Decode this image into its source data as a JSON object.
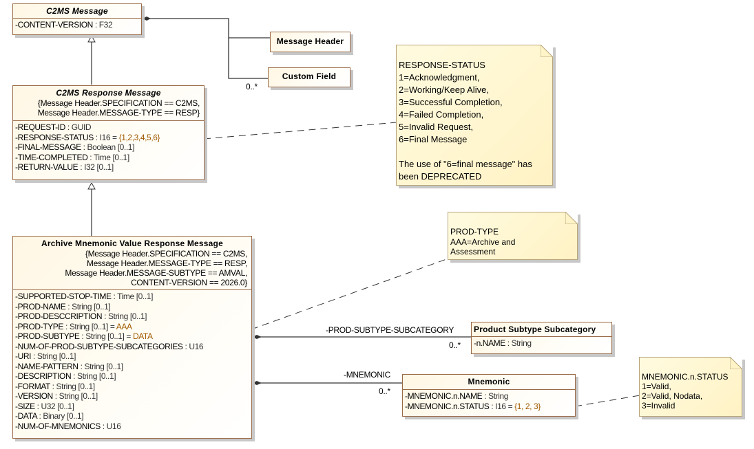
{
  "diagram": {
    "classes": {
      "c2ms_message": {
        "name": "C2MS Message",
        "attributes": [
          {
            "name": "-CONTENT-VERSION",
            "type": " : F32",
            "value": ""
          }
        ]
      },
      "message_header": {
        "name": "Message Header"
      },
      "custom_field": {
        "name": "Custom Field"
      },
      "c2ms_response_message": {
        "name": "C2MS Response Message",
        "constraints": [
          "{Message Header.SPECIFICATION == C2MS,",
          "Message Header.MESSAGE-TYPE == RESP}"
        ],
        "attributes": [
          {
            "name": "-REQUEST-ID",
            "type": " : GUID",
            "value": ""
          },
          {
            "name": "-RESPONSE-STATUS",
            "type": " : I16 = ",
            "value": "{1,2,3,4,5,6}"
          },
          {
            "name": "-FINAL-MESSAGE",
            "type": " : Boolean [0..1]",
            "value": ""
          },
          {
            "name": "-TIME-COMPLETED",
            "type": " : Time [0..1]",
            "value": ""
          },
          {
            "name": "-RETURN-VALUE",
            "type": " : I32 [0..1]",
            "value": ""
          }
        ]
      },
      "archive_mnemonic": {
        "name": "Archive Mnemonic Value Response Message",
        "constraints": [
          "{Message Header.SPECIFICATION == C2MS,",
          "Message Header.MESSAGE-TYPE == RESP,",
          "Message Header.MESSAGE-SUBTYPE == AMVAL,",
          "CONTENT-VERSION == 2026.0}"
        ],
        "attributes": [
          {
            "name": "-SUPPORTED-STOP-TIME",
            "type": " : Time [0..1]",
            "value": ""
          },
          {
            "name": "-PROD-NAME",
            "type": " : String [0..1]",
            "value": ""
          },
          {
            "name": "-PROD-DESCCRIPTION",
            "type": " : String [0..1]",
            "value": ""
          },
          {
            "name": "-PROD-TYPE",
            "type": " : String [0..1] = ",
            "value": "AAA"
          },
          {
            "name": "-PROD-SUBTYPE",
            "type": " : String [0..1] = ",
            "value": "DATA"
          },
          {
            "name": "-NUM-OF-PROD-SUBTYPE-SUBCATEGORIES",
            "type": " : U16",
            "value": ""
          },
          {
            "name": "-URI",
            "type": " : String [0..1]",
            "value": ""
          },
          {
            "name": "-NAME-PATTERN",
            "type": " : String [0..1]",
            "value": ""
          },
          {
            "name": "-DESCRIPTION",
            "type": " : String [0..1]",
            "value": ""
          },
          {
            "name": "-FORMAT",
            "type": " : String [0..1]",
            "value": ""
          },
          {
            "name": "-VERSION",
            "type": " : String [0..1]",
            "value": ""
          },
          {
            "name": "-SIZE",
            "type": " : U32 [0..1]",
            "value": ""
          },
          {
            "name": "-DATA",
            "type": " : Binary [0..1]",
            "value": ""
          },
          {
            "name": "-NUM-OF-MNEMONICS",
            "type": " : U16",
            "value": ""
          }
        ]
      },
      "product_subtype_subcategory": {
        "name": "Product Subtype Subcategory",
        "attributes": [
          {
            "name": "-n.NAME",
            "type": " : String",
            "value": ""
          }
        ]
      },
      "mnemonic": {
        "name": "Mnemonic",
        "attributes": [
          {
            "name": "-MNEMONIC.n.NAME",
            "type": " : String",
            "value": ""
          },
          {
            "name": "-MNEMONIC.n.STATUS",
            "type": " : I16 = ",
            "value": "{1, 2, 3}"
          }
        ]
      }
    },
    "notes": {
      "response_status": {
        "lines": [
          "RESPONSE-STATUS",
          "1=Acknowledgment,",
          "2=Working/Keep Alive,",
          "3=Successful Completion,",
          "4=Failed Completion,",
          "5=Invalid Request,",
          "6=Final Message",
          "",
          "The use of \"6=final message\" has",
          "been DEPRECATED"
        ]
      },
      "prod_type": {
        "lines": [
          "PROD-TYPE",
          "AAA=Archive and",
          "Assessment"
        ]
      },
      "mnemonic_status": {
        "lines": [
          "MNEMONIC.n.STATUS",
          "1=Valid,",
          "2=Valid, Nodata,",
          "3=Invalid"
        ]
      }
    },
    "association_labels": {
      "custom_field_multiplicity": "0..*",
      "prod_subtype_role": "-PROD-SUBTYPE-SUBCATEGORY",
      "prod_subtype_multiplicity": "0..*",
      "mnemonic_role": "-MNEMONIC",
      "mnemonic_multiplicity": "0..*"
    },
    "colors": {
      "class_border": "#9b6b47",
      "class_fill": "#fff7e4",
      "note_fill": "#fff2c4",
      "default_value": "#a05a00",
      "line": "#333333"
    }
  }
}
